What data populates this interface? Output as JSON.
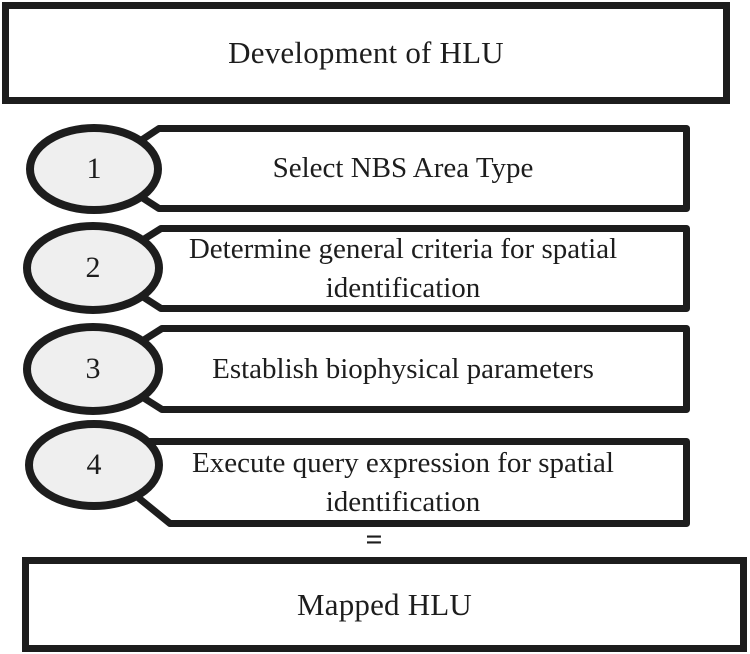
{
  "figure": {
    "kind": "flowchart",
    "title_box": {
      "label": "Development of HLU"
    },
    "result_box": {
      "label": "Mapped HLU"
    },
    "equals_sign": "="
  },
  "steps": [
    {
      "number": "1",
      "label": "Select NBS Area Type"
    },
    {
      "number": "2",
      "label": "Determine general criteria for spatial identification"
    },
    {
      "number": "3",
      "label": "Establish biophysical parameters"
    },
    {
      "number": "4",
      "label": "Execute query expression for spatial identification"
    }
  ],
  "colors": {
    "ink": "#1d1d1d",
    "ellipse_fill": "#efefef",
    "background": "#ffffff"
  }
}
